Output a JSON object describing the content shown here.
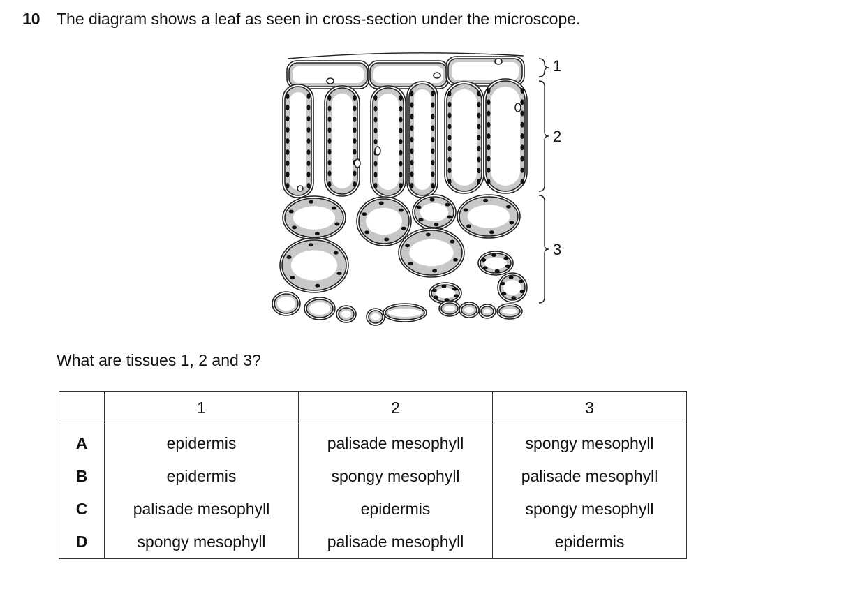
{
  "question": {
    "number": "10",
    "text": "The diagram shows a leaf as seen in cross-section under the microscope.",
    "prompt": "What are tissues 1, 2 and 3?"
  },
  "diagram": {
    "labels": [
      "1",
      "2",
      "3"
    ],
    "fill_color": "#c8c8c8",
    "stroke_color": "#222222"
  },
  "table": {
    "headers": [
      "",
      "1",
      "2",
      "3"
    ],
    "rows": [
      {
        "letter": "A",
        "cells": [
          "epidermis",
          "palisade mesophyll",
          "spongy mesophyll"
        ]
      },
      {
        "letter": "B",
        "cells": [
          "epidermis",
          "spongy mesophyll",
          "palisade mesophyll"
        ]
      },
      {
        "letter": "C",
        "cells": [
          "palisade mesophyll",
          "epidermis",
          "spongy mesophyll"
        ]
      },
      {
        "letter": "D",
        "cells": [
          "spongy mesophyll",
          "palisade mesophyll",
          "epidermis"
        ]
      }
    ]
  }
}
